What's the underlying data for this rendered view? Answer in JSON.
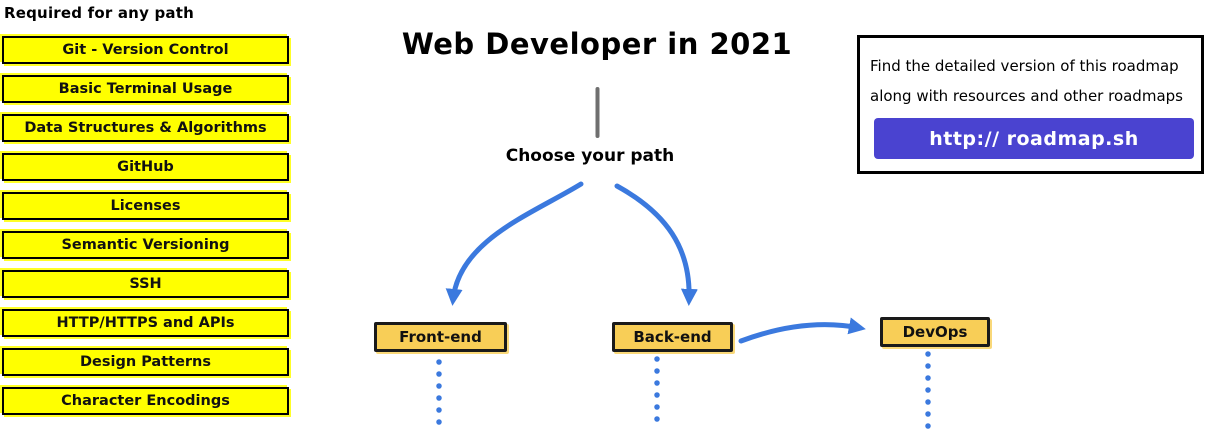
{
  "header": {
    "title": "Web Developer in 2021",
    "choose_prompt": "Choose your path"
  },
  "left_panel": {
    "heading": "Required for any path",
    "items": [
      "Git - Version Control",
      "Basic Terminal Usage",
      "Data Structures & Algorithms",
      "GitHub",
      "Licenses",
      "Semantic Versioning",
      "SSH",
      "HTTP/HTTPS and APIs",
      "Design Patterns",
      "Character Encodings"
    ]
  },
  "flow": {
    "paths": [
      {
        "label": "Front-end"
      },
      {
        "label": "Back-end"
      },
      {
        "label": "DevOps"
      }
    ]
  },
  "info_box": {
    "line1": "Find the detailed version of this roadmap",
    "line2": "along with resources and other roadmaps",
    "button_label": "http:// roadmap.sh"
  },
  "icons": {
    "arrow_down_left": "curved-arrow-icon",
    "arrow_down_right": "curved-arrow-icon",
    "arrow_right_devops": "curved-arrow-icon"
  },
  "colors": {
    "required_box_fill": "#ffff00",
    "path_node_fill": "#f8ce57",
    "arrow_blue": "#3b79de",
    "button_purple": "#4a43d0",
    "stem_gray": "#6f6f6f",
    "ink": "#111111"
  }
}
